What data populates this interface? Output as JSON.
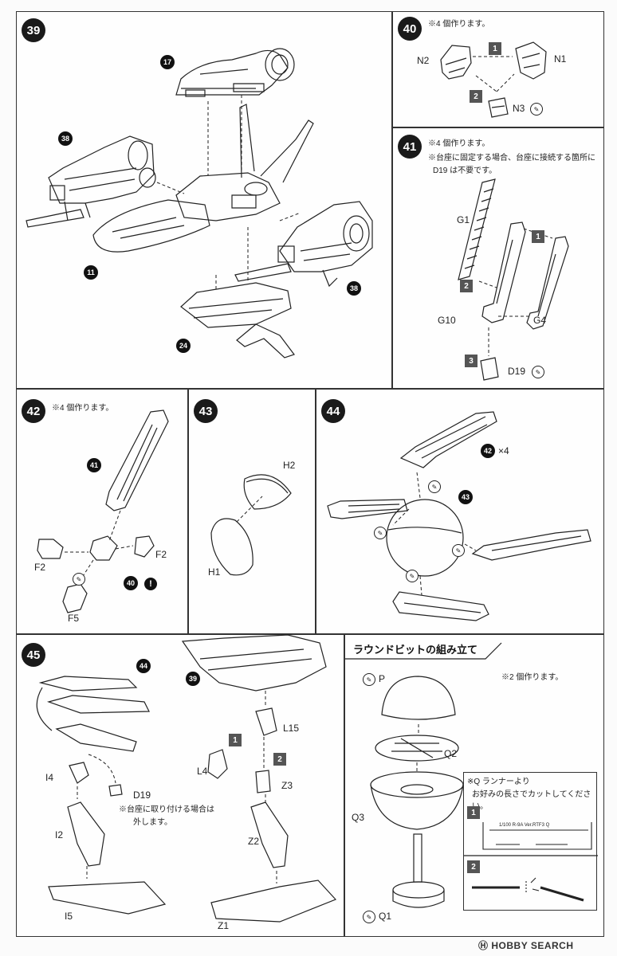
{
  "steps": {
    "s39": {
      "number": "39",
      "parts": {
        "p17": "17",
        "p38a": "38",
        "p11": "11",
        "p38b": "38",
        "p24": "24"
      }
    },
    "s40": {
      "number": "40",
      "note": "※4 個作ります。",
      "order": [
        "1",
        "2"
      ],
      "labels": {
        "n2": "N2",
        "n1": "N1",
        "n3": "N3"
      }
    },
    "s41": {
      "number": "41",
      "note_line1": "※4 個作ります。",
      "note_line2": "※台座に固定する場合、台座に接続する箇所に",
      "note_line3": "D19 は不要です。",
      "order": [
        "1",
        "2",
        "3"
      ],
      "labels": {
        "g1": "G1",
        "g10": "G10",
        "g4": "G4",
        "d19": "D19"
      }
    },
    "s42": {
      "number": "42",
      "note": "※4 個作ります。",
      "labels": {
        "p41": "41",
        "f2a": "F2",
        "f2b": "F2",
        "p40": "40",
        "f5": "F5"
      },
      "exclaim": "!"
    },
    "s43": {
      "number": "43",
      "labels": {
        "h2": "H2",
        "h1": "H1"
      }
    },
    "s44": {
      "number": "44",
      "labels": {
        "p42": "42",
        "times": "×4",
        "p43": "43"
      }
    },
    "s45": {
      "number": "45",
      "labels": {
        "p44": "44",
        "p39": "39",
        "i4": "I4",
        "d19": "D19",
        "i2": "I2",
        "i5": "I5",
        "l15": "L15",
        "l4": "L4",
        "z3": "Z3",
        "z2": "Z2",
        "z1": "Z1"
      },
      "order": [
        "1",
        "2"
      ],
      "note_line1": "※台座に取り付ける場合は",
      "note_line2": "外します。"
    },
    "round_bit": {
      "title": "ラウンドビットの組み立て",
      "note": "※2 個作ります。",
      "labels": {
        "p": "P",
        "q2": "Q2",
        "q3": "Q3",
        "q1": "Q1"
      },
      "inset_note_line1": "※Q ランナーより",
      "inset_note_line2": "お好みの長さでカットしてください。",
      "inset_order": [
        "1",
        "2"
      ],
      "runner_label": "1/100 R-9A Ver.RTF3",
      "runner_code": "Q"
    }
  },
  "watermark": "HOBBY SEARCH",
  "icons": {
    "glue": "cement-icon"
  }
}
